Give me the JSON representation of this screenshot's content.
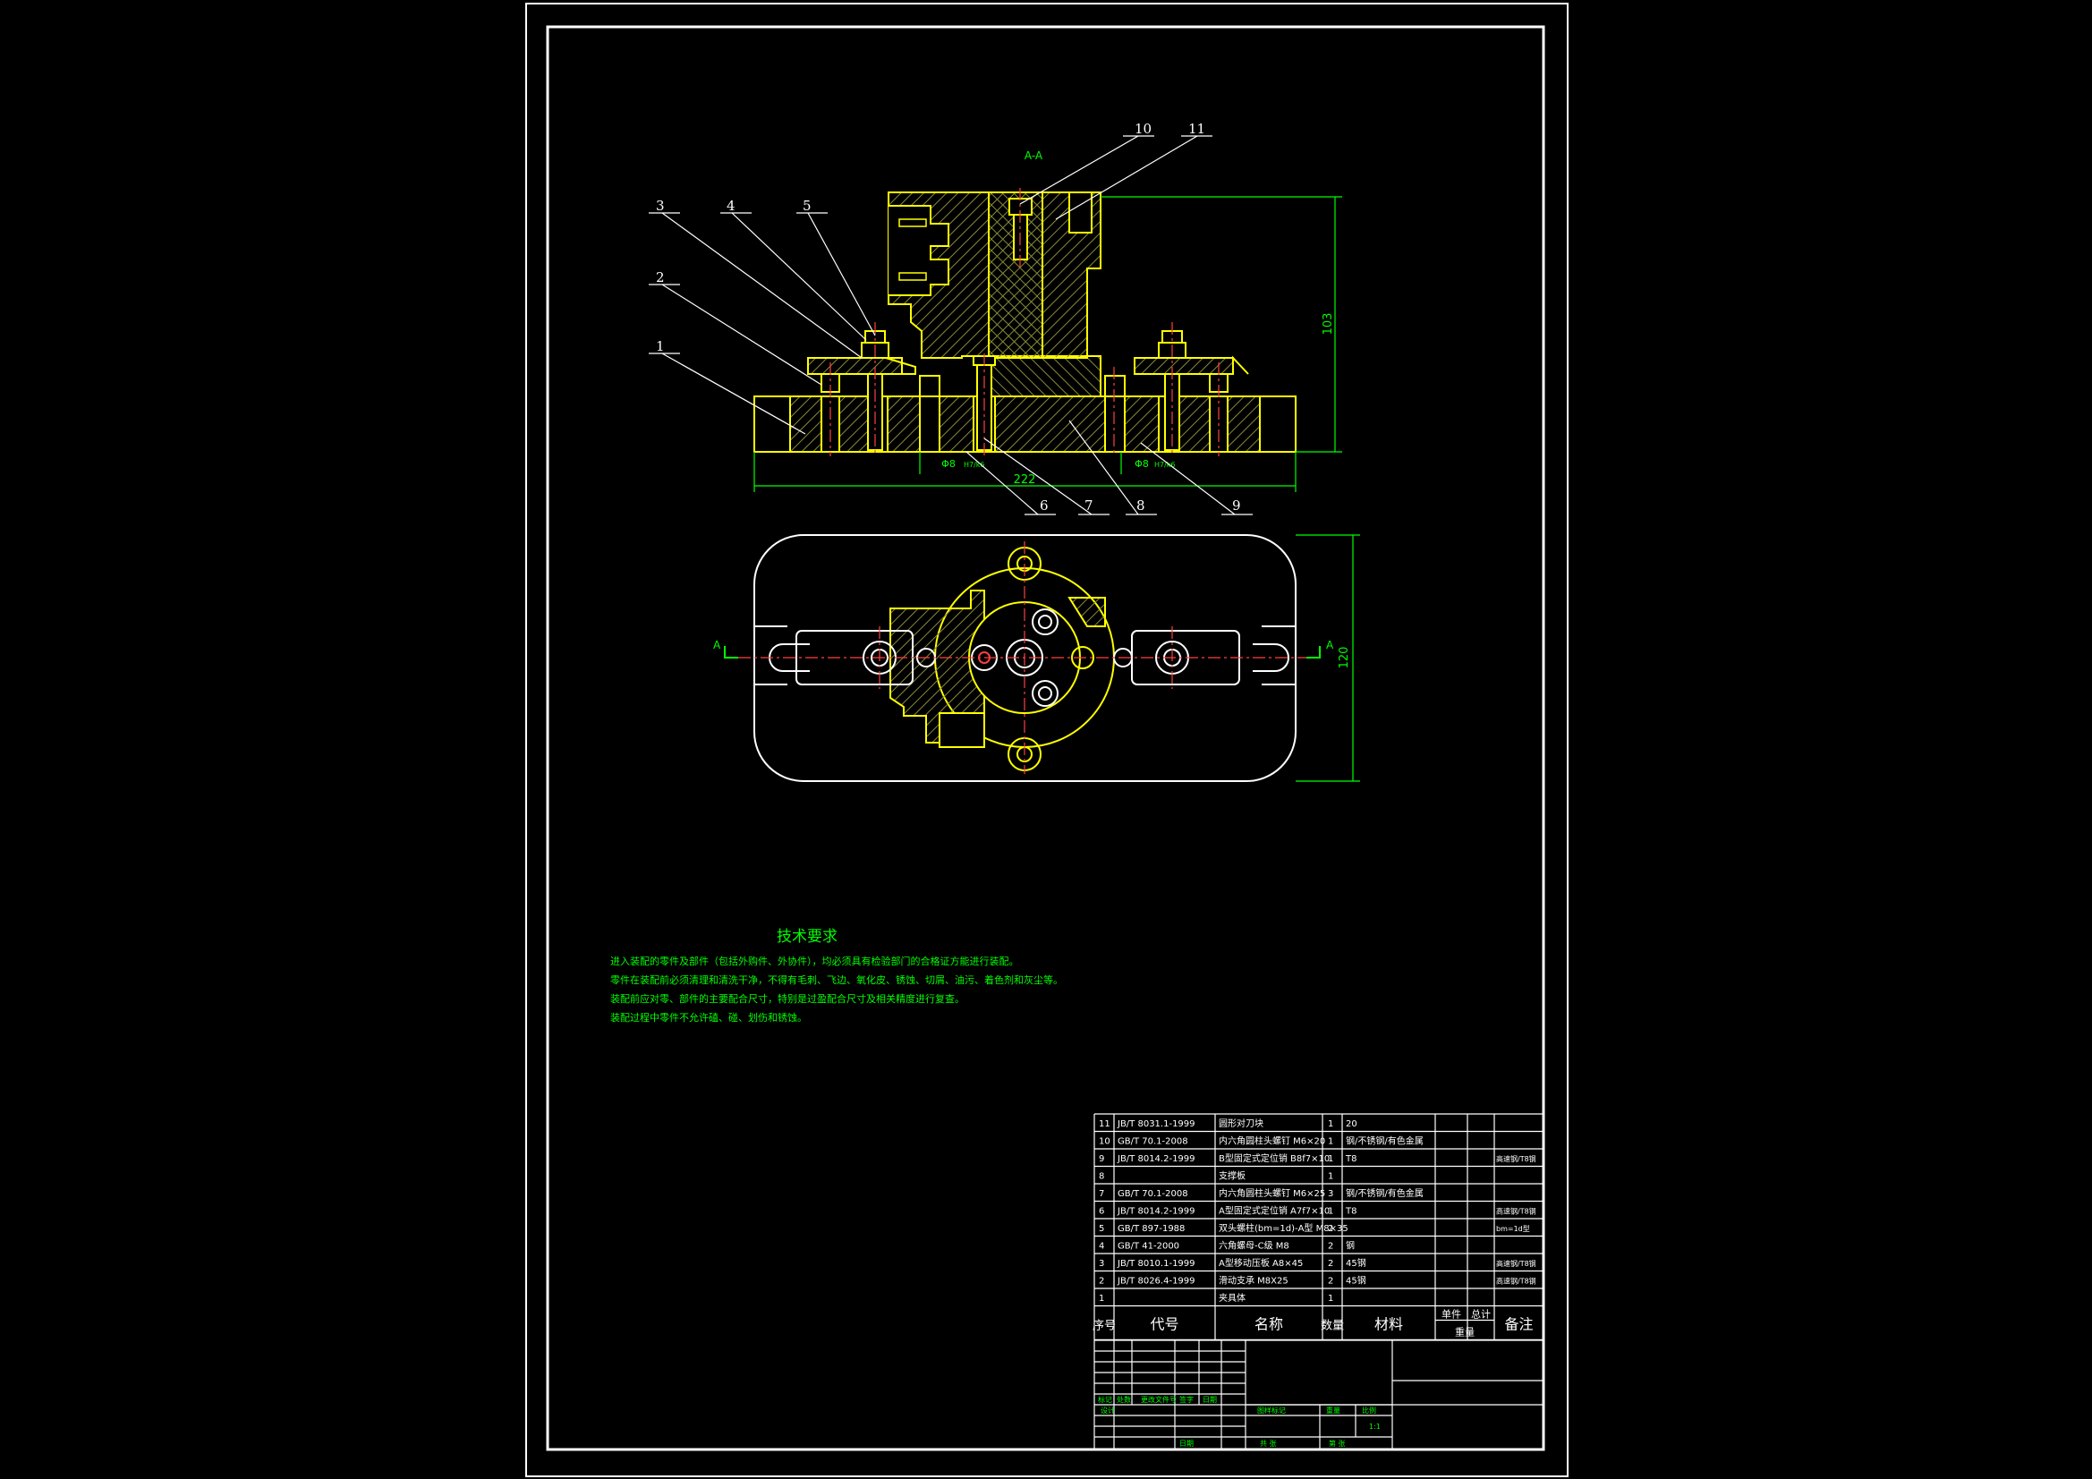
{
  "colors": {
    "background": "#000000",
    "frame": "#ffffff",
    "geometry": "#ffff00",
    "hatch": "#8a8a3a",
    "center": "#ff4040",
    "dimension": "#00ff00",
    "text": "#00ff00"
  },
  "section": {
    "label": "A-A",
    "dim_height": "103",
    "dim_width": "222",
    "dim_left": "Φ8",
    "dim_left_sub": "H7/k6",
    "dim_right": "Φ8",
    "dim_right_sub": "H7/k6"
  },
  "plan": {
    "dim_height": "120",
    "arrow_left": "A",
    "arrow_right": "A"
  },
  "balloons": [
    "1",
    "2",
    "3",
    "4",
    "5",
    "6",
    "7",
    "8",
    "9",
    "10",
    "11"
  ],
  "tech": {
    "title": "技术要求",
    "lines": [
      "进入装配的零件及部件（包括外购件、外协件），均必须具有检验部门的合格证方能进行装配。",
      "零件在装配前必须清理和清洗干净，不得有毛刺、飞边、氧化皮、锈蚀、切屑、油污、着色剂和灰尘等。",
      "装配前应对零、部件的主要配合尺寸，特别是过盈配合尺寸及相关精度进行复查。",
      "装配过程中零件不允许磕、碰、划伤和锈蚀。"
    ]
  },
  "bom": {
    "rows": [
      {
        "no": "11",
        "code": "JB/T 8031.1-1999",
        "name": "圆形对刀块",
        "qty": "1",
        "material": "20",
        "note": ""
      },
      {
        "no": "10",
        "code": "GB/T 70.1-2008",
        "name": "内六角圆柱头螺钉 M6×20",
        "qty": "1",
        "material": "钢/不锈钢/有色金属",
        "note": ""
      },
      {
        "no": "9",
        "code": "JB/T 8014.2-1999",
        "name": "B型固定式定位销 B8f7×10",
        "qty": "1",
        "material": "T8",
        "note": "高速钢/T8钢"
      },
      {
        "no": "8",
        "code": "",
        "name": "支撑板",
        "qty": "1",
        "material": "",
        "note": ""
      },
      {
        "no": "7",
        "code": "GB/T 70.1-2008",
        "name": "内六角圆柱头螺钉 M6×25",
        "qty": "3",
        "material": "钢/不锈钢/有色金属",
        "note": ""
      },
      {
        "no": "6",
        "code": "JB/T 8014.2-1999",
        "name": "A型固定式定位销 A7f7×10",
        "qty": "1",
        "material": "T8",
        "note": "高速钢/T8钢"
      },
      {
        "no": "5",
        "code": "GB/T 897-1988",
        "name": "双头螺柱(bm=1d)-A型 M8×35",
        "qty": "2",
        "material": "",
        "note": "bm=1d型"
      },
      {
        "no": "4",
        "code": "GB/T 41-2000",
        "name": "六角螺母-C级 M8",
        "qty": "2",
        "material": "钢",
        "note": ""
      },
      {
        "no": "3",
        "code": "JB/T 8010.1-1999",
        "name": "A型移动压板 A8×45",
        "qty": "2",
        "material": "45钢",
        "note": "高速钢/T8钢"
      },
      {
        "no": "2",
        "code": "JB/T 8026.4-1999",
        "name": "滑动支承 M8X25",
        "qty": "2",
        "material": "45钢",
        "note": "高速钢/T8钢"
      },
      {
        "no": "1",
        "code": "",
        "name": "夹具体",
        "qty": "1",
        "material": "",
        "note": ""
      }
    ],
    "header": {
      "no": "序号",
      "code": "代号",
      "name": "名称",
      "qty": "数量",
      "material": "材料",
      "unit_weight": "单件",
      "total_weight": "总计",
      "weight": "重量",
      "note": "备注"
    }
  },
  "titleblock": {
    "mark": "标记",
    "count": "处数",
    "change_doc": "更改文件号",
    "sign": "签字",
    "date": "日期",
    "design": "设计",
    "stage_mark": "图样标记",
    "weight": "重量",
    "ratio": "比例",
    "scale": "1:1",
    "date2": "日期",
    "sheet_total": "共 张",
    "sheet_no": "第 张"
  }
}
